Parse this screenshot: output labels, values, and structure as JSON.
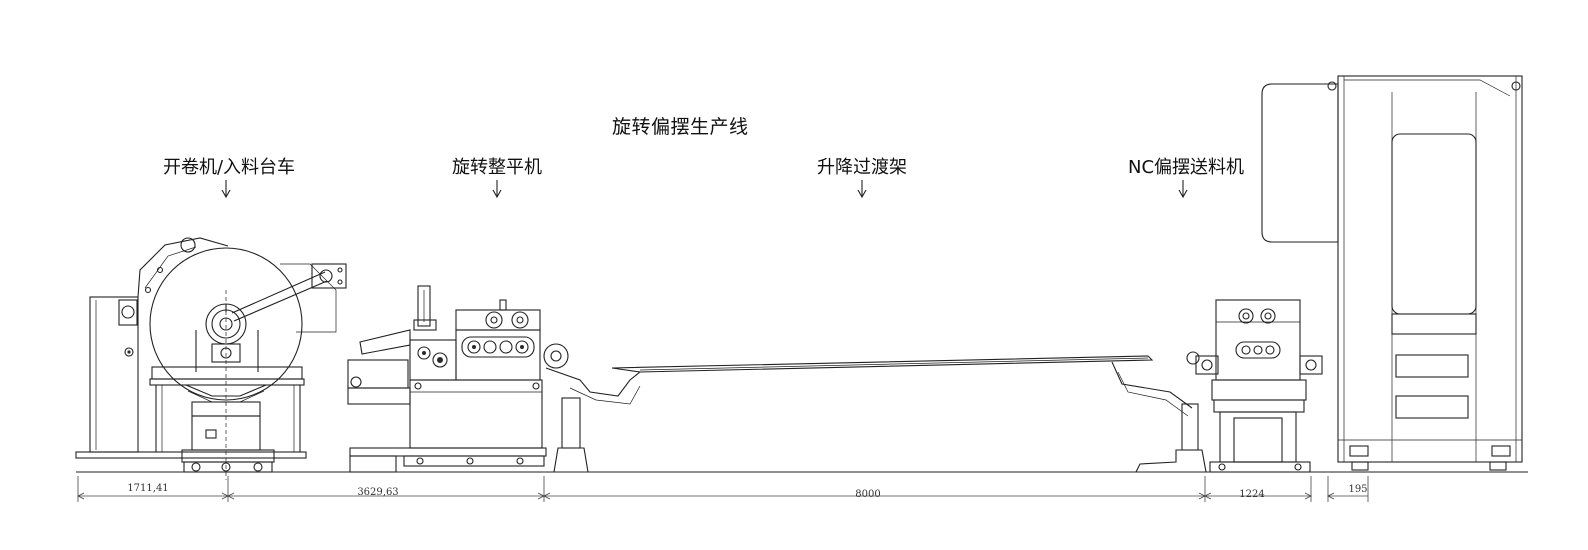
{
  "title": "旋转偏摆生产线",
  "machines": [
    {
      "label": "开卷机/入料台车",
      "icon": "uncoiler"
    },
    {
      "label": "旋转整平机",
      "icon": "straightener"
    },
    {
      "label": "升降过渡架",
      "icon": "transition-bridge"
    },
    {
      "label": "NC偏摆送料机",
      "icon": "nc-feeder"
    }
  ],
  "press_icon": "press",
  "dimensions": [
    "1711,41",
    "3629,63",
    "8000",
    "1224",
    "195"
  ],
  "colors": {
    "line": "#222222",
    "text": "#111111"
  }
}
